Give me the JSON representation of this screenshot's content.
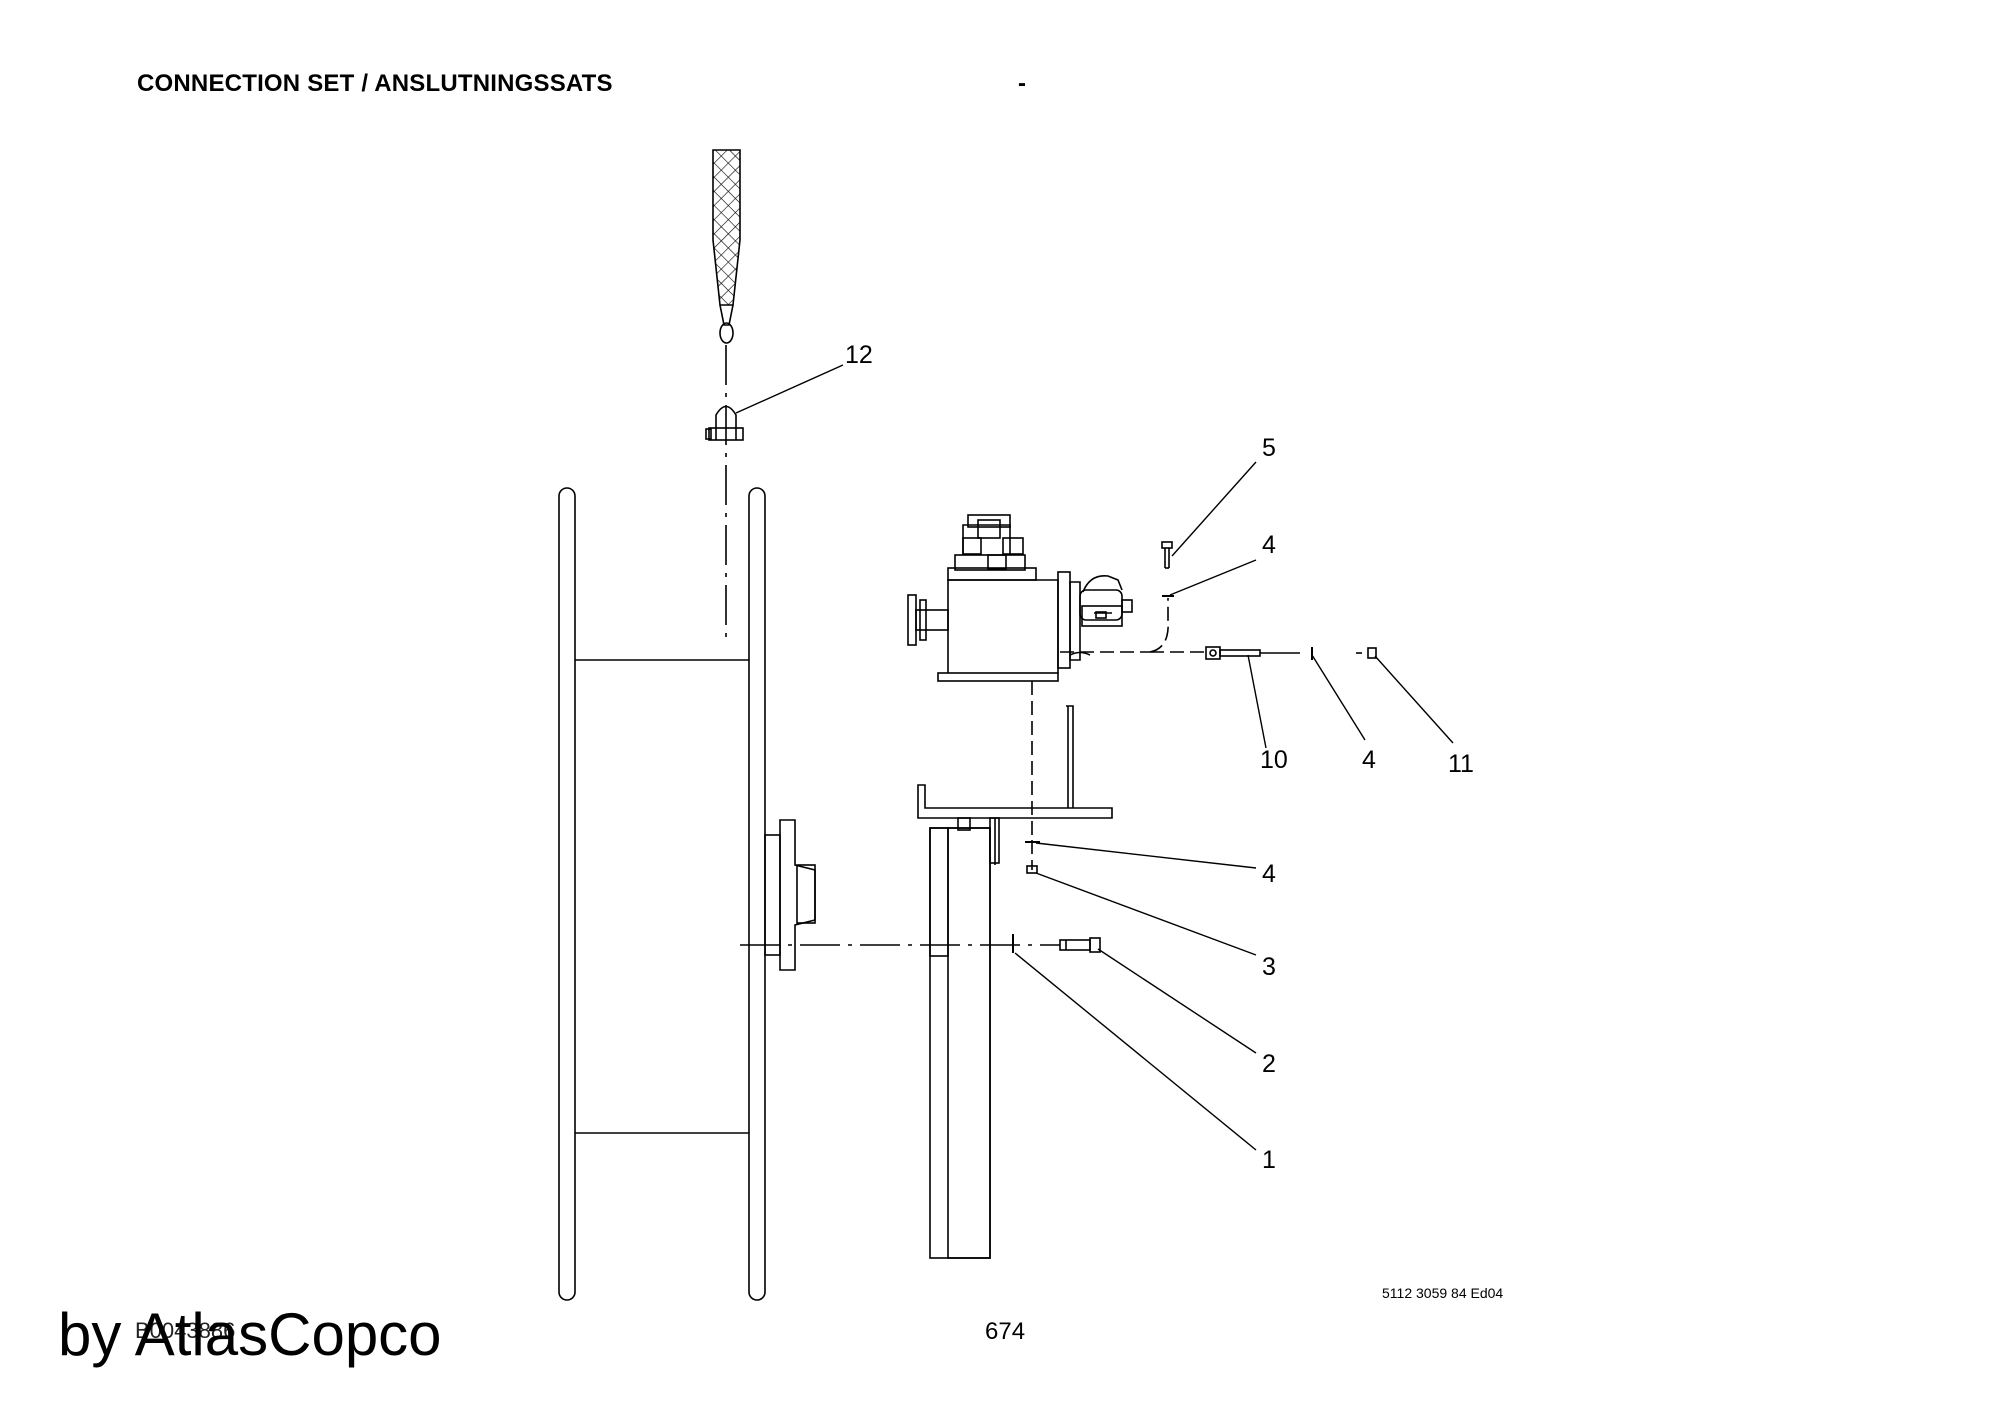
{
  "header": {
    "title": "CONNECTION SET / ANSLUTNINGSSATS",
    "dash": "-"
  },
  "callouts": {
    "c1": "1",
    "c2": "2",
    "c3": "3",
    "c4a": "4",
    "c4b": "4",
    "c4c": "4",
    "c5": "5",
    "c10": "10",
    "c11": "11",
    "c12": "12"
  },
  "footer": {
    "drawing_id": "B0043886",
    "page_number": "674",
    "document_number": "5112 3059 84 Ed04",
    "watermark": "by AtlasCopco"
  }
}
